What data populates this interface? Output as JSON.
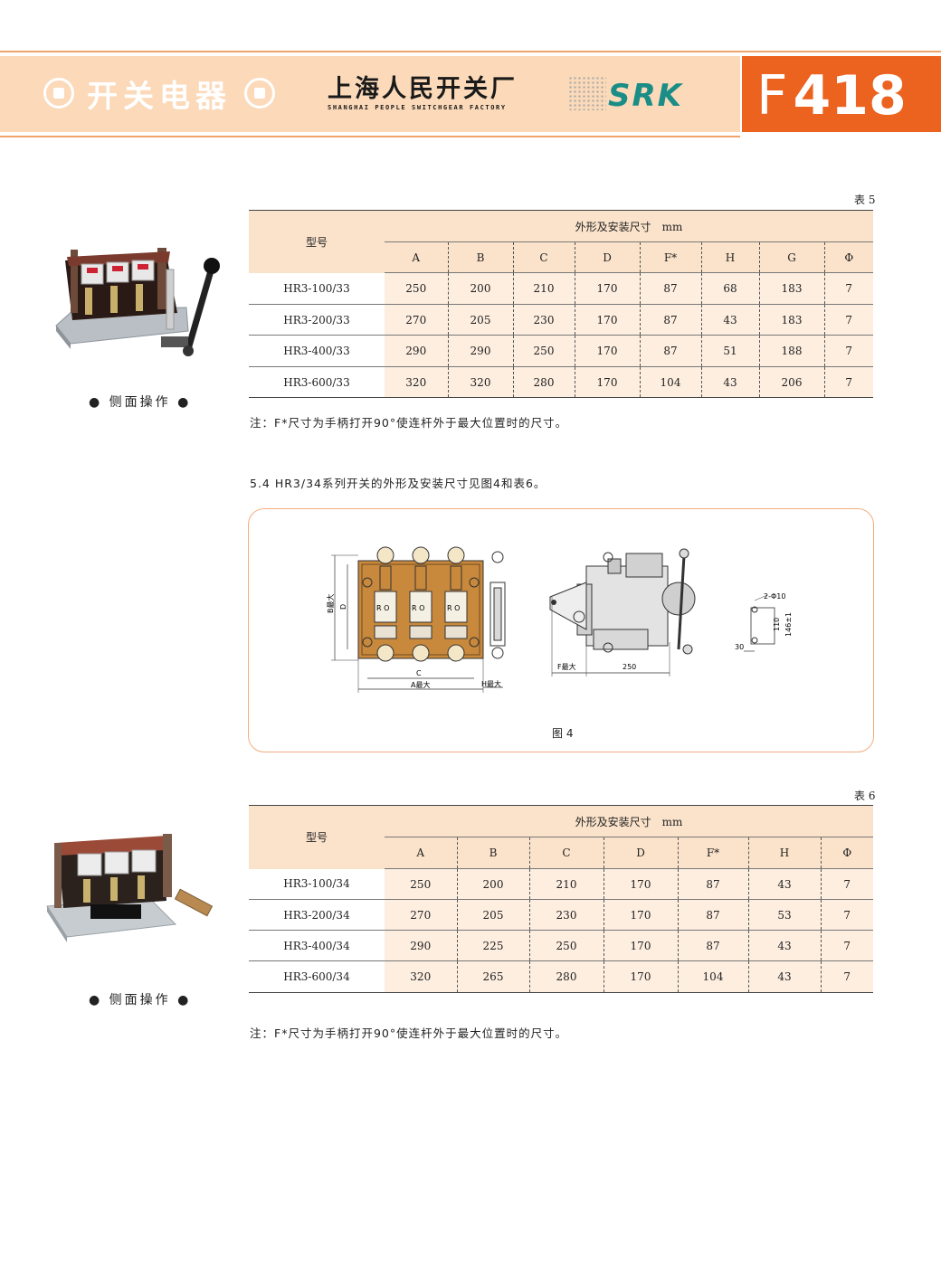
{
  "header": {
    "category": "开关电器",
    "factory_cn": "上海人民开关厂",
    "factory_en": "SHANGHAI PEOPLE SWITCHGEAR FACTORY",
    "brand": "SRK",
    "page_prefix": "F",
    "page_number": "418",
    "colors": {
      "band": "#fbd9b9",
      "page_block": "#ec6320",
      "brand": "#1a8d86"
    }
  },
  "table5": {
    "label": "表 5",
    "model_header": "型号",
    "group_header": "外形及安装尺寸　mm",
    "columns": [
      "A",
      "B",
      "C",
      "D",
      "F*",
      "H",
      "G",
      "Φ"
    ],
    "rows": [
      {
        "model": "HR3-100/33",
        "values": [
          "250",
          "200",
          "210",
          "170",
          "87",
          "68",
          "183",
          "7"
        ]
      },
      {
        "model": "HR3-200/33",
        "values": [
          "270",
          "205",
          "230",
          "170",
          "87",
          "43",
          "183",
          "7"
        ]
      },
      {
        "model": "HR3-400/33",
        "values": [
          "290",
          "290",
          "250",
          "170",
          "87",
          "51",
          "188",
          "7"
        ]
      },
      {
        "model": "HR3-600/33",
        "values": [
          "320",
          "320",
          "280",
          "170",
          "104",
          "43",
          "206",
          "7"
        ]
      }
    ],
    "note": "注：F*尺寸为手柄打开90°使连杆外于最大位置时的尺寸。",
    "photo_caption": "● 侧面操作 ●"
  },
  "section_text": "5.4 HR3/34系列开关的外形及安装尺寸见图4和表6。",
  "figure": {
    "caption": "图 4",
    "labels": {
      "b_max": "B最大",
      "d": "D",
      "c": "C",
      "a_max": "A最大",
      "h_max": "H最大",
      "f_max": "F最大",
      "dim_250": "250",
      "hole": "2-Φ10",
      "dim_110": "110",
      "dim_146": "146±1",
      "dim_30": "30",
      "ro": "R O"
    }
  },
  "table6": {
    "label": "表 6",
    "model_header": "型号",
    "group_header": "外形及安装尺寸　mm",
    "columns": [
      "A",
      "B",
      "C",
      "D",
      "F*",
      "H",
      "Φ"
    ],
    "rows": [
      {
        "model": "HR3-100/34",
        "values": [
          "250",
          "200",
          "210",
          "170",
          "87",
          "43",
          "7"
        ]
      },
      {
        "model": "HR3-200/34",
        "values": [
          "270",
          "205",
          "230",
          "170",
          "87",
          "53",
          "7"
        ]
      },
      {
        "model": "HR3-400/34",
        "values": [
          "290",
          "225",
          "250",
          "170",
          "87",
          "43",
          "7"
        ]
      },
      {
        "model": "HR3-600/34",
        "values": [
          "320",
          "265",
          "280",
          "170",
          "104",
          "43",
          "7"
        ]
      }
    ],
    "note": "注：F*尺寸为手柄打开90°使连杆外于最大位置时的尺寸。",
    "photo_caption": "● 侧面操作 ●"
  }
}
